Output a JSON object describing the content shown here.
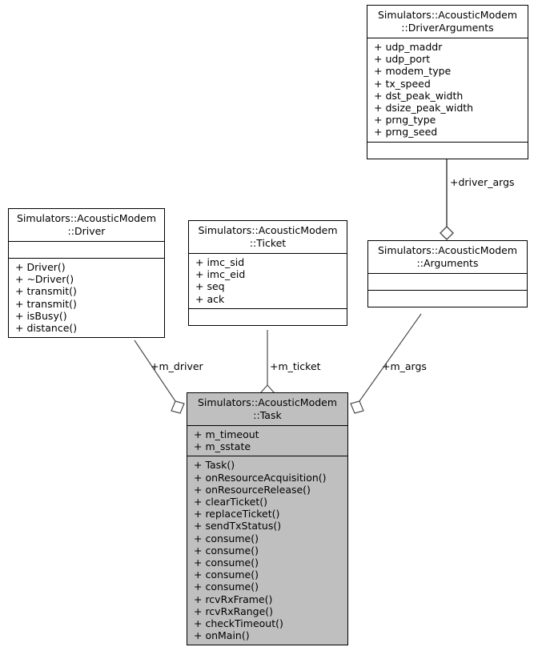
{
  "diagram": {
    "type": "uml-class-diagram",
    "background": "#ffffff",
    "line_color": "#4d4d4d",
    "border_color": "#000000",
    "highlight_fill": "#bfbfbf",
    "classes": [
      {
        "id": "driver-arguments",
        "name_lines": [
          "Simulators::AcousticModem",
          "::DriverArguments"
        ],
        "attributes": [
          "+ udp_maddr",
          "+ udp_port",
          "+ modem_type",
          "+ tx_speed",
          "+ dst_peak_width",
          "+ dsize_peak_width",
          "+ prng_type",
          "+ prng_seed"
        ],
        "methods": [],
        "highlighted": false
      },
      {
        "id": "driver",
        "name_lines": [
          "Simulators::AcousticModem",
          "::Driver"
        ],
        "attributes": [],
        "methods": [
          "+ Driver()",
          "+ ~Driver()",
          "+ transmit()",
          "+ transmit()",
          "+ isBusy()",
          "+ distance()"
        ],
        "highlighted": false
      },
      {
        "id": "ticket",
        "name_lines": [
          "Simulators::AcousticModem",
          "::Ticket"
        ],
        "attributes": [
          "+ imc_sid",
          "+ imc_eid",
          "+ seq",
          "+ ack"
        ],
        "methods": [],
        "highlighted": false
      },
      {
        "id": "arguments",
        "name_lines": [
          "Simulators::AcousticModem",
          "::Arguments"
        ],
        "attributes": [],
        "methods": [],
        "highlighted": false
      },
      {
        "id": "task",
        "name_lines": [
          "Simulators::AcousticModem",
          "::Task"
        ],
        "attributes": [
          "+ m_timeout",
          "+ m_sstate"
        ],
        "methods": [
          "+ Task()",
          "+ onResourceAcquisition()",
          "+ onResourceRelease()",
          "+ clearTicket()",
          "+ replaceTicket()",
          "+ sendTxStatus()",
          "+ consume()",
          "+ consume()",
          "+ consume()",
          "+ consume()",
          "+ consume()",
          "+ rcvRxFrame()",
          "+ rcvRxRange()",
          "+ checkTimeout()",
          "+ onMain()"
        ],
        "highlighted": true
      }
    ],
    "edges": [
      {
        "id": "driver-args-edge",
        "label": "+driver_args",
        "from": "driver-arguments",
        "to": "arguments",
        "marker": "open-diamond"
      },
      {
        "id": "m-driver-edge",
        "label": "+m_driver",
        "from": "driver",
        "to": "task",
        "marker": "open-diamond"
      },
      {
        "id": "m-ticket-edge",
        "label": "+m_ticket",
        "from": "ticket",
        "to": "task",
        "marker": "open-diamond"
      },
      {
        "id": "m-args-edge",
        "label": "+m_args",
        "from": "arguments",
        "to": "task",
        "marker": "open-diamond"
      }
    ]
  }
}
